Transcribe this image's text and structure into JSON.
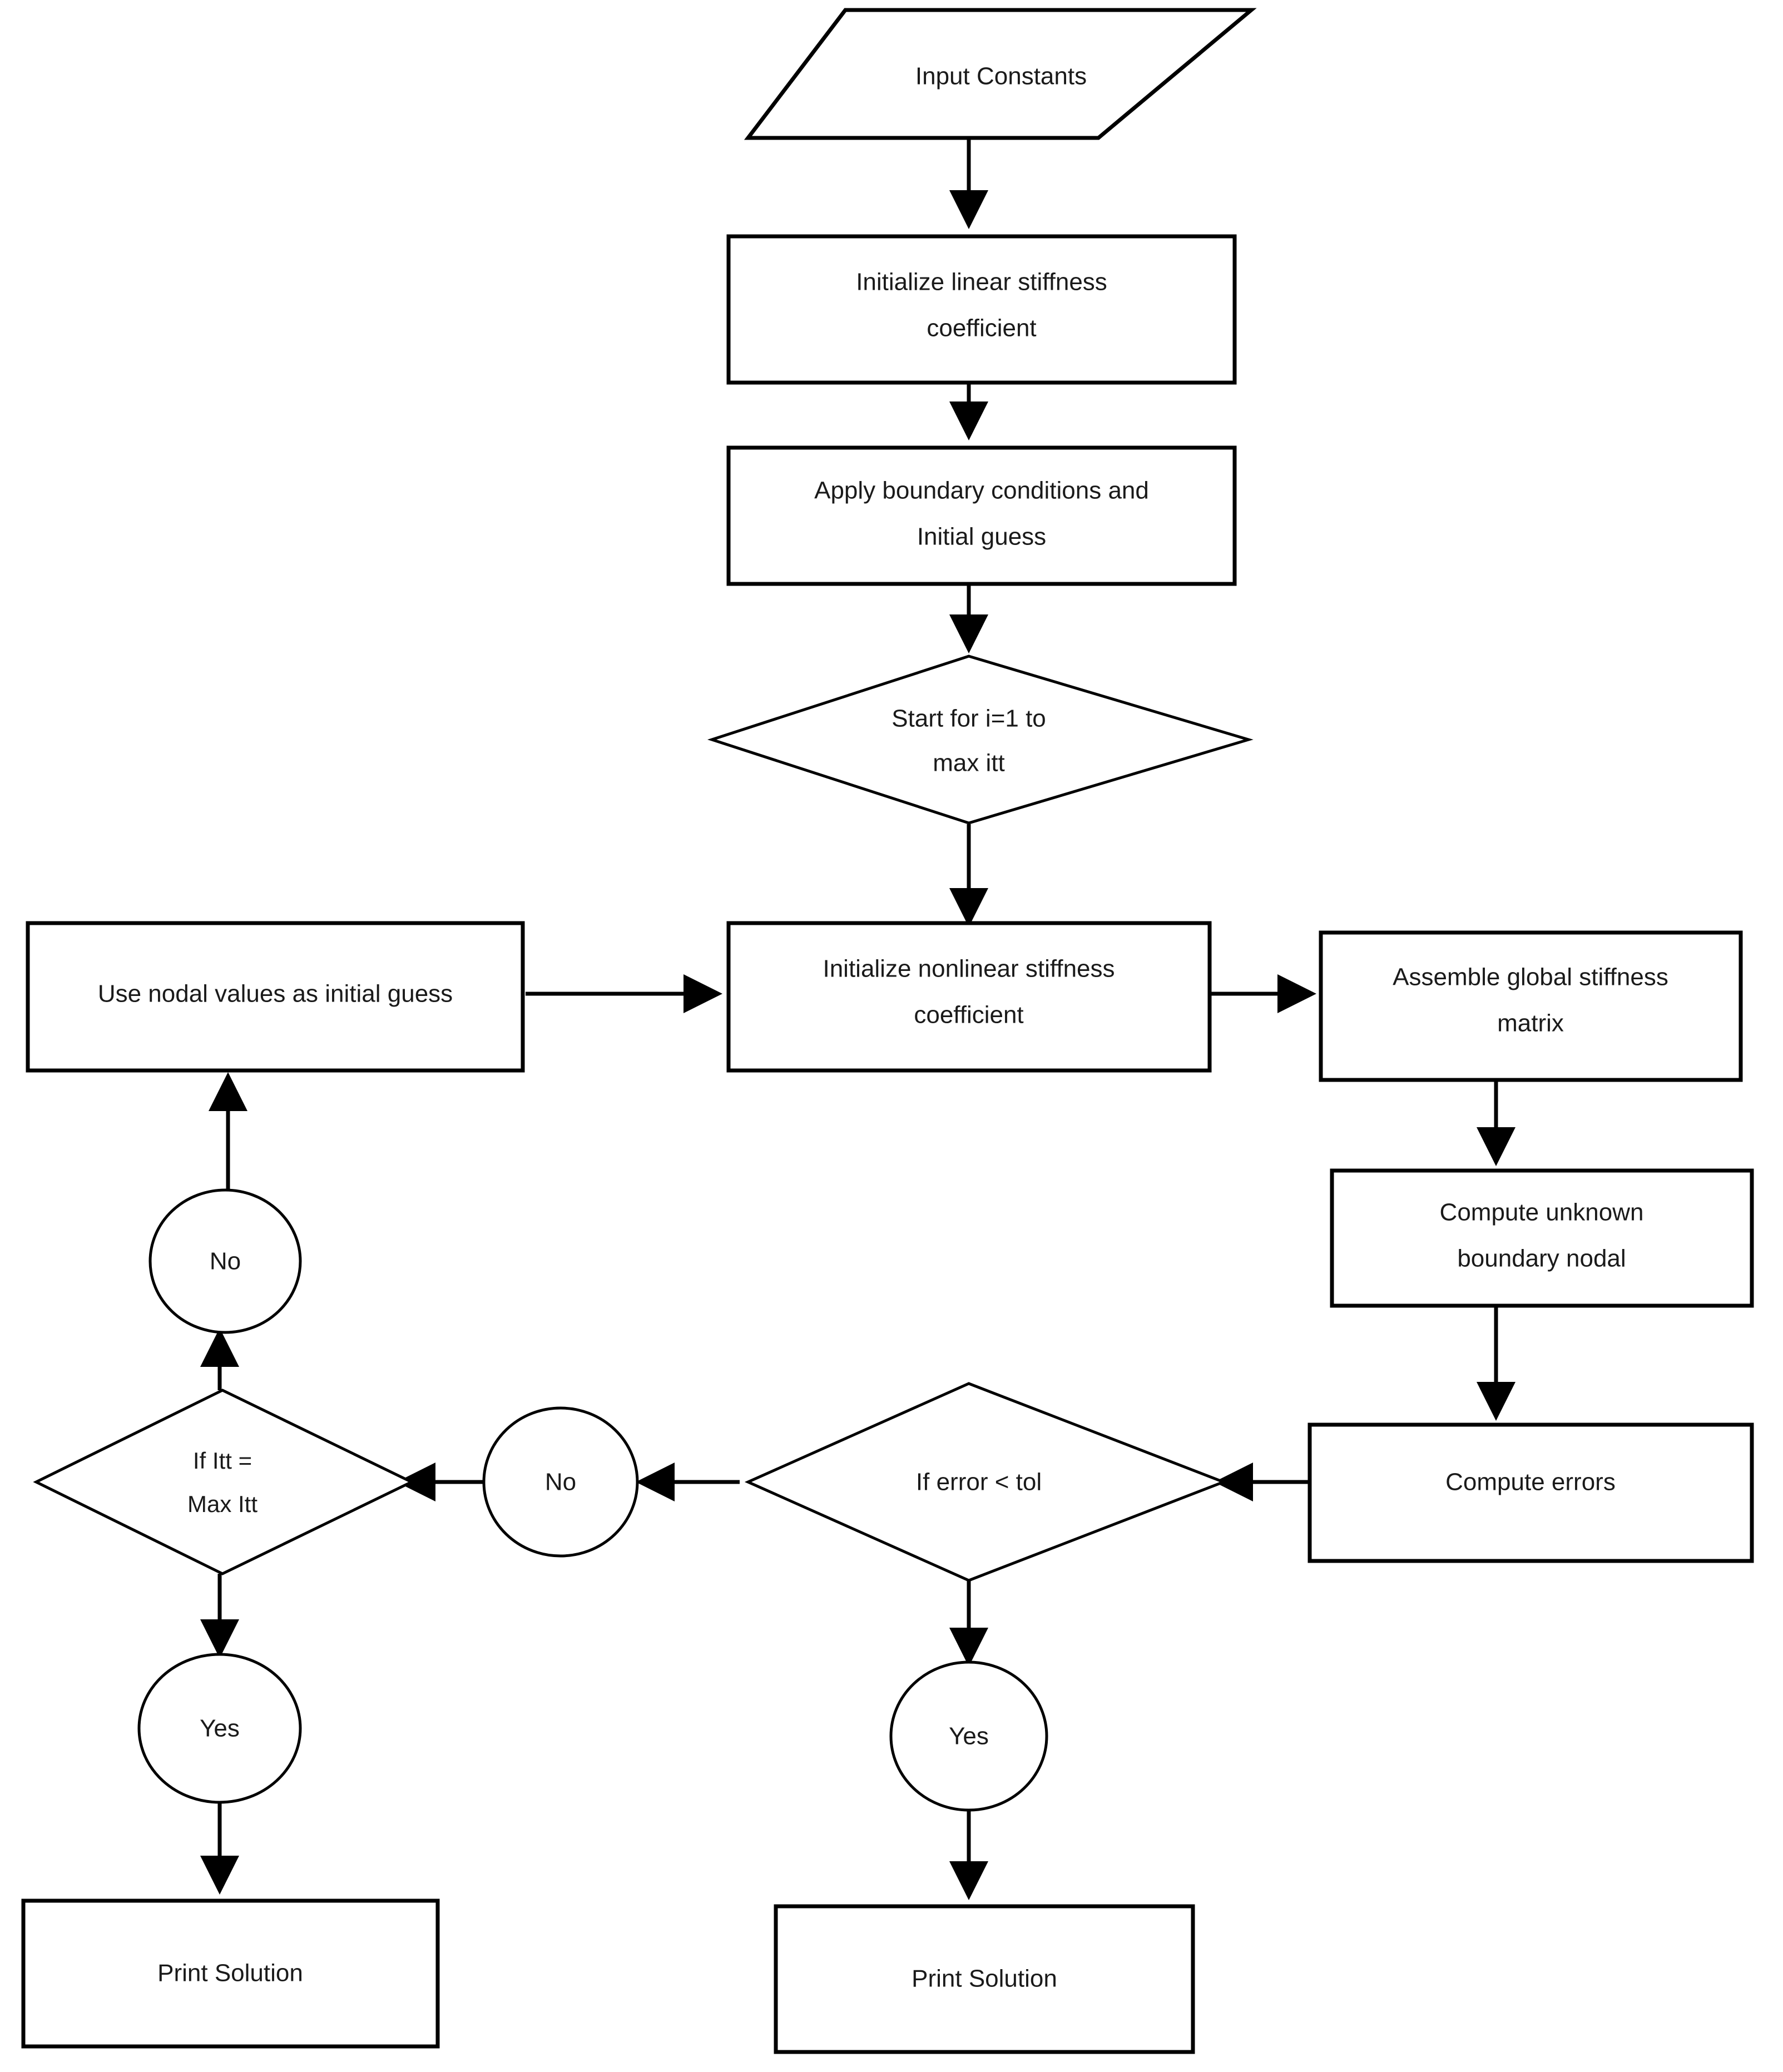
{
  "diagram": {
    "title": "Nonlinear finite element iterative solution flowchart",
    "background_color": "#ffffff",
    "stroke_color": "#000000",
    "text_color": "#1a1a1a"
  },
  "nodes": {
    "input_constants": {
      "label": "Input Constants",
      "shape": "parallelogram"
    },
    "init_linear": {
      "line1": "Initialize linear stiffness",
      "line2": "coefficient",
      "shape": "rectangle"
    },
    "apply_bc": {
      "line1": "Apply boundary conditions and",
      "line2": "Initial guess",
      "shape": "rectangle"
    },
    "start_loop": {
      "line1": "Start for i=1 to",
      "line2": "max itt",
      "shape": "diamond"
    },
    "use_nodal": {
      "label": "Use nodal values as initial guess",
      "shape": "rectangle"
    },
    "init_nonlinear": {
      "line1": "Initialize nonlinear stiffness",
      "line2": "coefficient",
      "shape": "rectangle"
    },
    "assemble_global": {
      "line1": "Assemble global stiffness",
      "line2": "matrix",
      "shape": "rectangle"
    },
    "compute_unknown": {
      "line1": "Compute unknown",
      "line2": "boundary nodal",
      "shape": "rectangle"
    },
    "compute_errors": {
      "label": "Compute errors",
      "shape": "rectangle"
    },
    "if_error": {
      "label": "If error < tol",
      "shape": "diamond"
    },
    "no_error": {
      "label": "No",
      "shape": "ellipse"
    },
    "if_itt": {
      "line1": "If Itt =",
      "line2": "Max Itt",
      "shape": "diamond"
    },
    "no_itt": {
      "label": "No",
      "shape": "ellipse"
    },
    "yes_itt": {
      "label": "Yes",
      "shape": "ellipse"
    },
    "yes_error": {
      "label": "Yes",
      "shape": "ellipse"
    },
    "print_left": {
      "label": "Print Solution",
      "shape": "rectangle"
    },
    "print_right": {
      "label": "Print Solution",
      "shape": "rectangle"
    }
  },
  "flow_edges": [
    {
      "from": "input_constants",
      "to": "init_linear",
      "direction": "down"
    },
    {
      "from": "init_linear",
      "to": "apply_bc",
      "direction": "down"
    },
    {
      "from": "apply_bc",
      "to": "start_loop",
      "direction": "down"
    },
    {
      "from": "start_loop",
      "to": "init_nonlinear",
      "direction": "down"
    },
    {
      "from": "use_nodal",
      "to": "init_nonlinear",
      "direction": "right"
    },
    {
      "from": "init_nonlinear",
      "to": "assemble_global",
      "direction": "right"
    },
    {
      "from": "assemble_global",
      "to": "compute_unknown",
      "direction": "down"
    },
    {
      "from": "compute_unknown",
      "to": "compute_errors",
      "direction": "down"
    },
    {
      "from": "compute_errors",
      "to": "if_error",
      "direction": "left"
    },
    {
      "from": "if_error",
      "to": "no_error",
      "direction": "left"
    },
    {
      "from": "no_error",
      "to": "if_itt",
      "direction": "left"
    },
    {
      "from": "if_itt",
      "to": "no_itt",
      "direction": "up"
    },
    {
      "from": "no_itt",
      "to": "use_nodal",
      "direction": "up"
    },
    {
      "from": "if_itt",
      "to": "yes_itt",
      "direction": "down"
    },
    {
      "from": "yes_itt",
      "to": "print_left",
      "direction": "down"
    },
    {
      "from": "if_error",
      "to": "yes_error",
      "direction": "down"
    },
    {
      "from": "yes_error",
      "to": "print_right",
      "direction": "down"
    }
  ]
}
